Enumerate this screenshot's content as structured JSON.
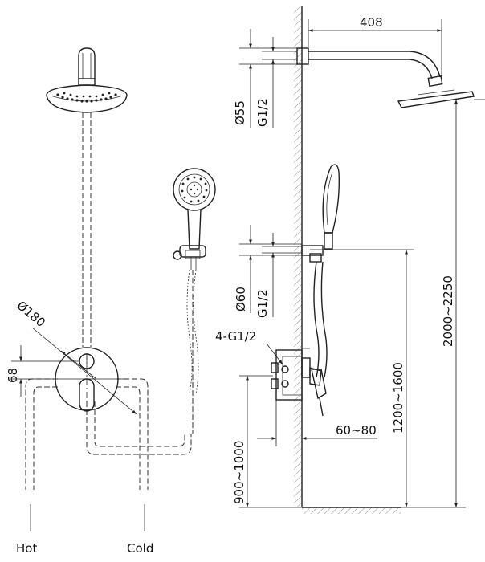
{
  "dimensions": {
    "arm_length": "408",
    "wall_flange_diameter": "Ø55",
    "arm_thread": "G1/2",
    "total_height": "2000~2250",
    "slide_bar_height": "1200~1600",
    "handshower_flange_diameter": "Ø60",
    "handshower_thread": "G1/2",
    "valve_connections": "4-G1/2",
    "valve_height": "900~1000",
    "valve_depth": "60~80",
    "plate_diameter": "Ø180",
    "handle_offset": "68"
  },
  "labels": {
    "hot": "Hot",
    "cold": "Cold"
  }
}
